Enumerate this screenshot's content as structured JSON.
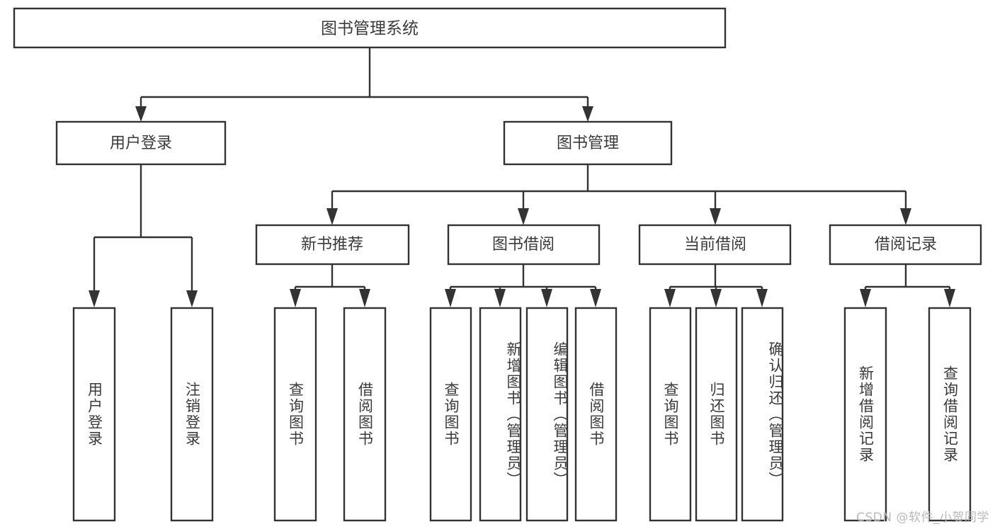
{
  "diagram": {
    "title": "图书管理系统",
    "type": "tree",
    "watermark": "CSDN @软件_小贺同学",
    "colors": {
      "background": "#ffffff",
      "box_stroke": "#333333",
      "connector": "#333333",
      "text": "#3a3a3a",
      "watermark_text": "#b9b9b9"
    },
    "root": {
      "label": "图书管理系统"
    },
    "level2": [
      {
        "label": "用户登录"
      },
      {
        "label": "图书管理"
      }
    ],
    "level3": [
      {
        "label": "新书推荐"
      },
      {
        "label": "图书借阅"
      },
      {
        "label": "当前借阅"
      },
      {
        "label": "借阅记录"
      }
    ],
    "leaves": {
      "user_login": [
        {
          "label": "用户登录"
        },
        {
          "label": "注销登录"
        }
      ],
      "new_book_recommend": [
        {
          "label": "查询图书"
        },
        {
          "label": "借阅图书"
        }
      ],
      "book_borrow": [
        {
          "label": "查询图书"
        },
        {
          "label": "新增图书（管理员）"
        },
        {
          "label": "编辑图书（管理员）"
        },
        {
          "label": "借阅图书"
        }
      ],
      "current_borrow": [
        {
          "label": "查询图书"
        },
        {
          "label": "归还图书"
        },
        {
          "label": "确认归还（管理员）"
        }
      ],
      "borrow_record": [
        {
          "label": "新增借阅记录"
        },
        {
          "label": "查询借阅记录"
        }
      ]
    }
  }
}
